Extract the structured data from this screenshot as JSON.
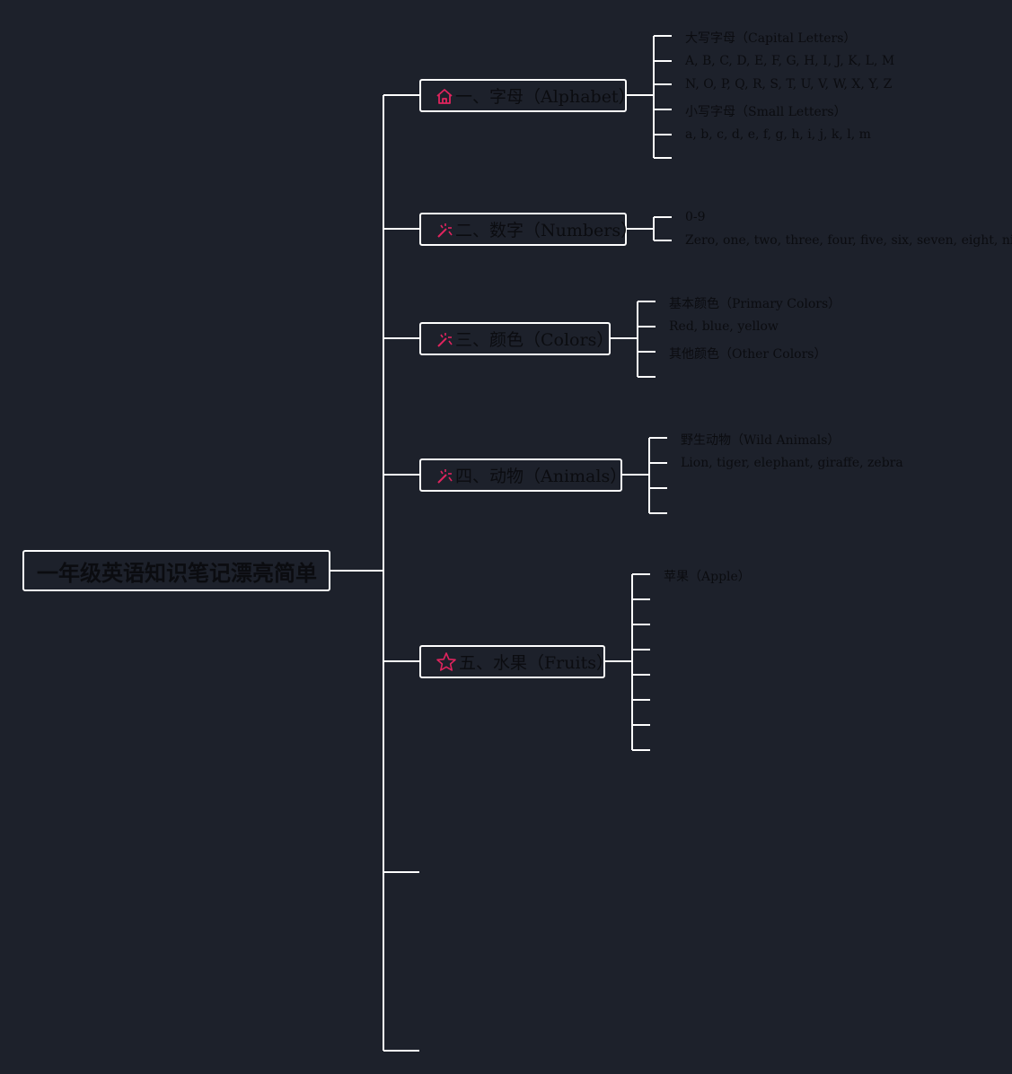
{
  "root": {
    "title": "一年级英语知识笔记漂亮简单"
  },
  "branches": [
    {
      "label": "一、字母（Alphabet）",
      "icon": "home-icon",
      "icon_color": "#e0245e",
      "children": [
        "大写字母（Capital Letters）",
        "A, B, C, D, E, F, G, H, I, J, K, L, M",
        "N, O, P, Q, R, S, T, U, V, W, X, Y, Z",
        "小写字母（Small Letters）",
        "a, b, c, d, e, f, g, h, i, j, k, l, m"
      ]
    },
    {
      "label": "二、数字（Numbers）",
      "icon": "magic-wand-icon",
      "icon_color": "#e0245e",
      "children": [
        "0-9",
        "Zero, one, two, three, four, five, six, seven, eight, nine"
      ]
    },
    {
      "label": "三、颜色（Colors）",
      "icon": "magic-wand-icon",
      "icon_color": "#e0245e",
      "children": [
        "基本颜色（Primary Colors）",
        "Red, blue, yellow",
        "其他颜色（Other Colors）"
      ]
    },
    {
      "label": "四、动物（Animals）",
      "icon": "magic-wand-icon",
      "icon_color": "#e0245e",
      "children": [
        "野生动物（Wild Animals）",
        "Lion, tiger, elephant, giraffe, zebra"
      ]
    },
    {
      "label": "五、水果（Fruits）",
      "icon": "star-icon",
      "icon_color": "#e0245e",
      "children": [
        "苹果（Apple）"
      ]
    }
  ],
  "colors": {
    "background": "#1d212b",
    "lines": "#ffffff",
    "text": "#0b0c10"
  }
}
